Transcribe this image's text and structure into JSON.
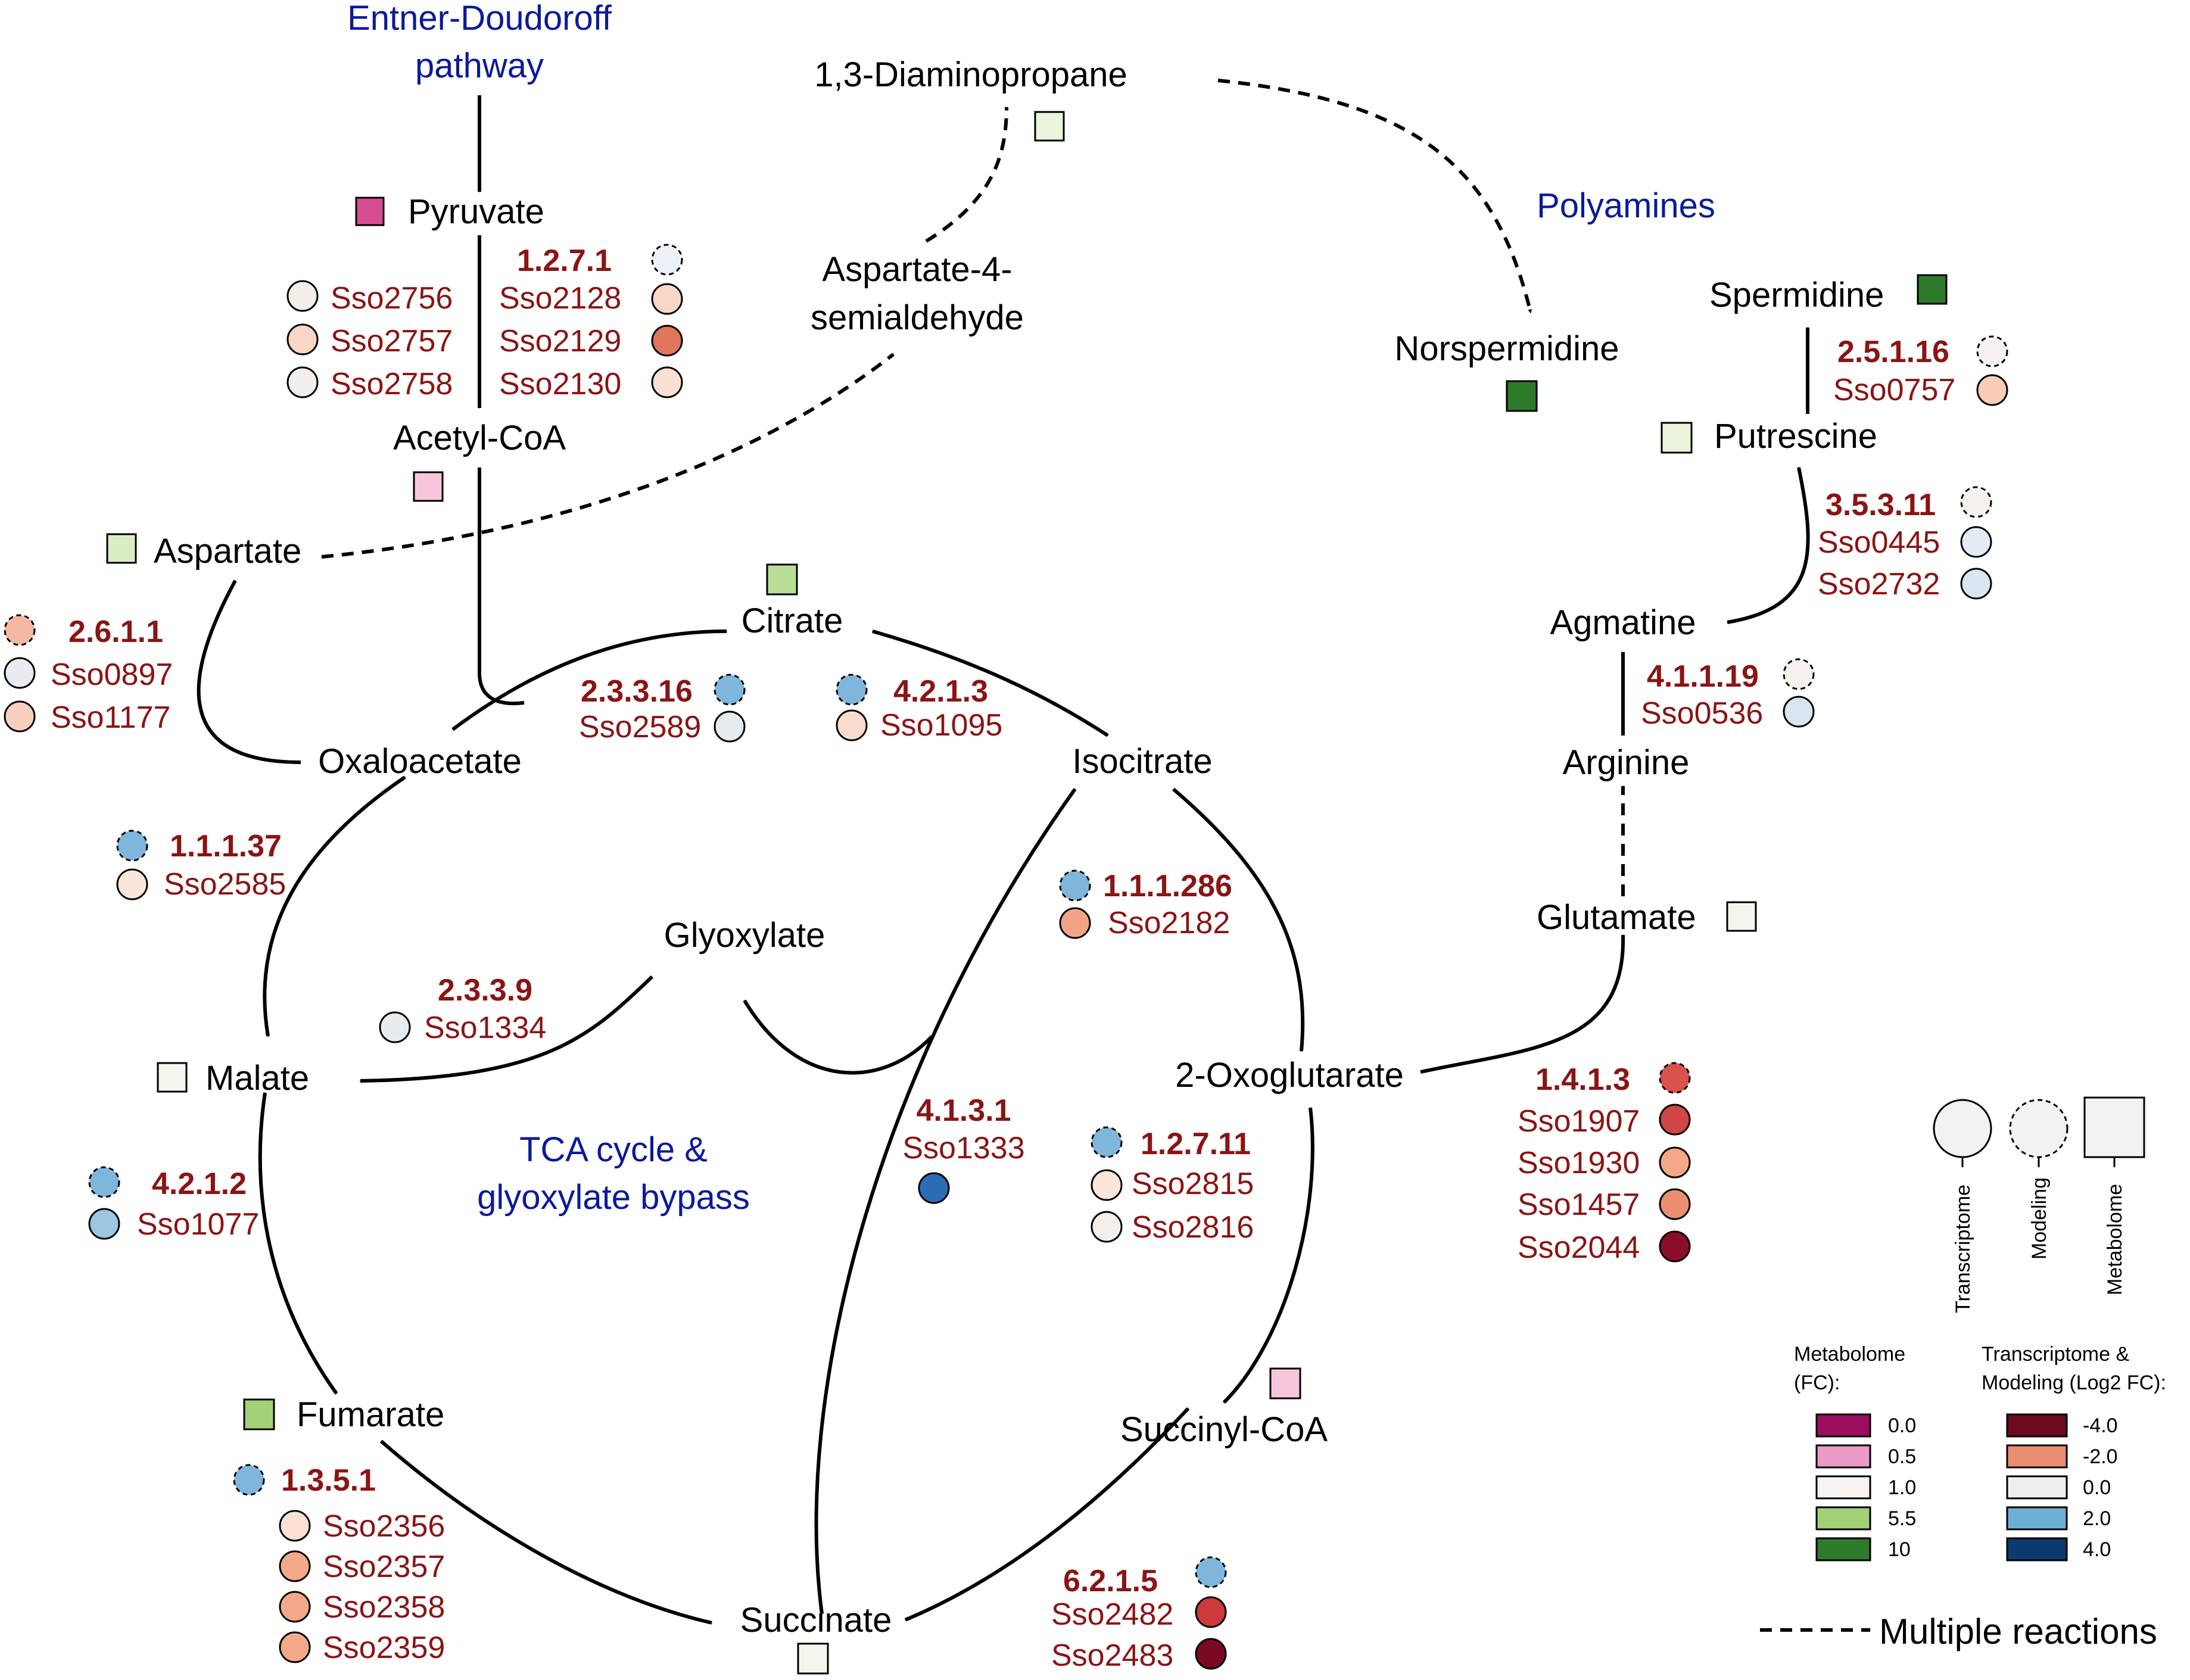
{
  "colors": {
    "section": "#0a1a9c",
    "enzyme": "#8b1414",
    "text": "#000000",
    "scale_metabolome": {
      "0.0": "#9b0f5e",
      "0.5": "#e99ac6",
      "1.0": "#f6f3f1",
      "5.5": "#a3d177",
      "10": "#2d7a2b"
    },
    "scale_transcriptome": {
      "-4.0": "#6d0a1f",
      "-2.0": "#ea8e72",
      "0.0": "#f0eeee",
      "2.0": "#6cb0d8",
      "4.0": "#0b3a6e"
    }
  },
  "sections": {
    "ed_line1": "Entner-Doudoroff",
    "ed_line2": "pathway",
    "polyamines": "Polyamines",
    "tca_line1": "TCA cycle &",
    "tca_line2": "glyoxylate bypass"
  },
  "metabolites": [
    {
      "name": "Pyruvate",
      "color": "#d64c94"
    },
    {
      "name": "Acetyl-CoA",
      "color": "#f8c6dc"
    },
    {
      "name": "Aspartate",
      "color": "#d8edc3"
    },
    {
      "name": "Aspartate-4-",
      "name2": "semialdehyde"
    },
    {
      "name": "1,3-Diaminopropane",
      "color": "#eaf5dc"
    },
    {
      "name": "Norspermidine",
      "color": "#2d7a2b"
    },
    {
      "name": "Spermidine",
      "color": "#2d7a2b"
    },
    {
      "name": "Putrescine",
      "color": "#eaf5dc"
    },
    {
      "name": "Agmatine"
    },
    {
      "name": "Arginine"
    },
    {
      "name": "Glutamate",
      "color": "#f2f6ec"
    },
    {
      "name": "Citrate",
      "color": "#b9de96"
    },
    {
      "name": "Isocitrate"
    },
    {
      "name": "Oxaloacetate"
    },
    {
      "name": "Glyoxylate"
    },
    {
      "name": "Malate",
      "color": "#f2f6ec"
    },
    {
      "name": "2-Oxoglutarate"
    },
    {
      "name": "Fumarate",
      "color": "#a3d177"
    },
    {
      "name": "Succinyl-CoA",
      "color": "#f8c6dc"
    },
    {
      "name": "Succinate",
      "color": "#f2f6ec"
    }
  ],
  "enzymes": [
    {
      "ec": "1.2.7.1",
      "model_color": "#edf0f6",
      "genes": [
        {
          "id": "Sso2756",
          "color": "#f4eee9"
        },
        {
          "id": "Sso2757",
          "color": "#f9d6c5"
        },
        {
          "id": "Sso2758",
          "color": "#f1eeeb"
        },
        {
          "id": "Sso2128",
          "color": "#f9d6c5"
        },
        {
          "id": "Sso2129",
          "color": "#e0765a"
        },
        {
          "id": "Sso2130",
          "color": "#fae0d2"
        }
      ]
    },
    {
      "ec": "2.6.1.1",
      "model_color": "#f6b8a0",
      "genes": [
        {
          "id": "Sso0897",
          "color": "#e8ecf1"
        },
        {
          "id": "Sso1177",
          "color": "#f8d0bd"
        }
      ]
    },
    {
      "ec": "2.3.3.16",
      "model_color": "#7fb6dc",
      "genes": [
        {
          "id": "Sso2589",
          "color": "#e8ebee"
        }
      ]
    },
    {
      "ec": "4.2.1.3",
      "model_color": "#7fb6dc",
      "genes": [
        {
          "id": "Sso1095",
          "color": "#fadccd"
        }
      ]
    },
    {
      "ec": "1.1.1.37",
      "model_color": "#7fb6dc",
      "genes": [
        {
          "id": "Sso2585",
          "color": "#fbe6da"
        }
      ]
    },
    {
      "ec": "1.1.1.286",
      "model_color": "#7fb6dc",
      "genes": [
        {
          "id": "Sso2182",
          "color": "#f2a487"
        }
      ]
    },
    {
      "ec": "2.3.3.9",
      "genes": [
        {
          "id": "Sso1334",
          "color": "#e8ecef"
        }
      ]
    },
    {
      "ec": "4.1.3.1",
      "genes": [
        {
          "id": "Sso1333",
          "color": "#2b6cb4"
        }
      ]
    },
    {
      "ec": "1.2.7.11",
      "model_color": "#7fb6dc",
      "genes": [
        {
          "id": "Sso2815",
          "color": "#fbe4d8"
        },
        {
          "id": "Sso2816",
          "color": "#f3efec"
        }
      ]
    },
    {
      "ec": "4.2.1.2",
      "model_color": "#7fb6dc",
      "genes": [
        {
          "id": "Sso1077",
          "color": "#9dc6e2"
        }
      ]
    },
    {
      "ec": "1.3.5.1",
      "model_color": "#7fb6dc",
      "genes": [
        {
          "id": "Sso2356",
          "color": "#fbe0d3"
        },
        {
          "id": "Sso2357",
          "color": "#f3a989"
        },
        {
          "id": "Sso2358",
          "color": "#f3a989"
        },
        {
          "id": "Sso2359",
          "color": "#f3a989"
        }
      ]
    },
    {
      "ec": "6.2.1.5",
      "model_color": "#7fb6dc",
      "genes": [
        {
          "id": "Sso2482",
          "color": "#cc3a3a"
        },
        {
          "id": "Sso2483",
          "color": "#7a0a24"
        }
      ]
    },
    {
      "ec": "1.4.1.3",
      "model_color": "#d9524c",
      "genes": [
        {
          "id": "Sso1907",
          "color": "#cf4644"
        },
        {
          "id": "Sso1930",
          "color": "#f4a786"
        },
        {
          "id": "Sso1457",
          "color": "#ec8e70"
        },
        {
          "id": "Sso2044",
          "color": "#8c0d2a"
        }
      ]
    },
    {
      "ec": "4.1.1.19",
      "model_color": "#f6f0ee",
      "genes": [
        {
          "id": "Sso0536",
          "color": "#d8e6f2"
        }
      ]
    },
    {
      "ec": "3.5.3.11",
      "model_color": "#f6f0ee",
      "genes": [
        {
          "id": "Sso0445",
          "color": "#e4ecf3"
        },
        {
          "id": "Sso2732",
          "color": "#d8e6f2"
        }
      ]
    },
    {
      "ec": "2.5.1.16",
      "model_color": "#f6f0ee",
      "genes": [
        {
          "id": "Sso0757",
          "color": "#f9cdb8"
        }
      ]
    }
  ],
  "legend": {
    "symbols": [
      "Transcriptome",
      "Modeling",
      "Metabolome"
    ],
    "metabolome_title_1": "Metabolome",
    "metabolome_title_2": "(FC):",
    "metabolome_scale": [
      {
        "label": "0.0",
        "color": "#9b0f5e"
      },
      {
        "label": "0.5",
        "color": "#e99ac6"
      },
      {
        "label": "1.0",
        "color": "#f6f3f1"
      },
      {
        "label": "5.5",
        "color": "#a3d177"
      },
      {
        "label": "10",
        "color": "#2d7a2b"
      }
    ],
    "transcriptome_title_1": "Transcriptome &",
    "transcriptome_title_2": "Modeling (Log2 FC):",
    "transcriptome_scale": [
      {
        "label": "-4.0",
        "color": "#6d0a1f"
      },
      {
        "label": "-2.0",
        "color": "#ea8e72"
      },
      {
        "label": "0.0",
        "color": "#f0eeee"
      },
      {
        "label": "2.0",
        "color": "#6cb0d8"
      },
      {
        "label": "4.0",
        "color": "#0b3a6e"
      }
    ],
    "multiple_reactions": "Multiple reactions"
  }
}
